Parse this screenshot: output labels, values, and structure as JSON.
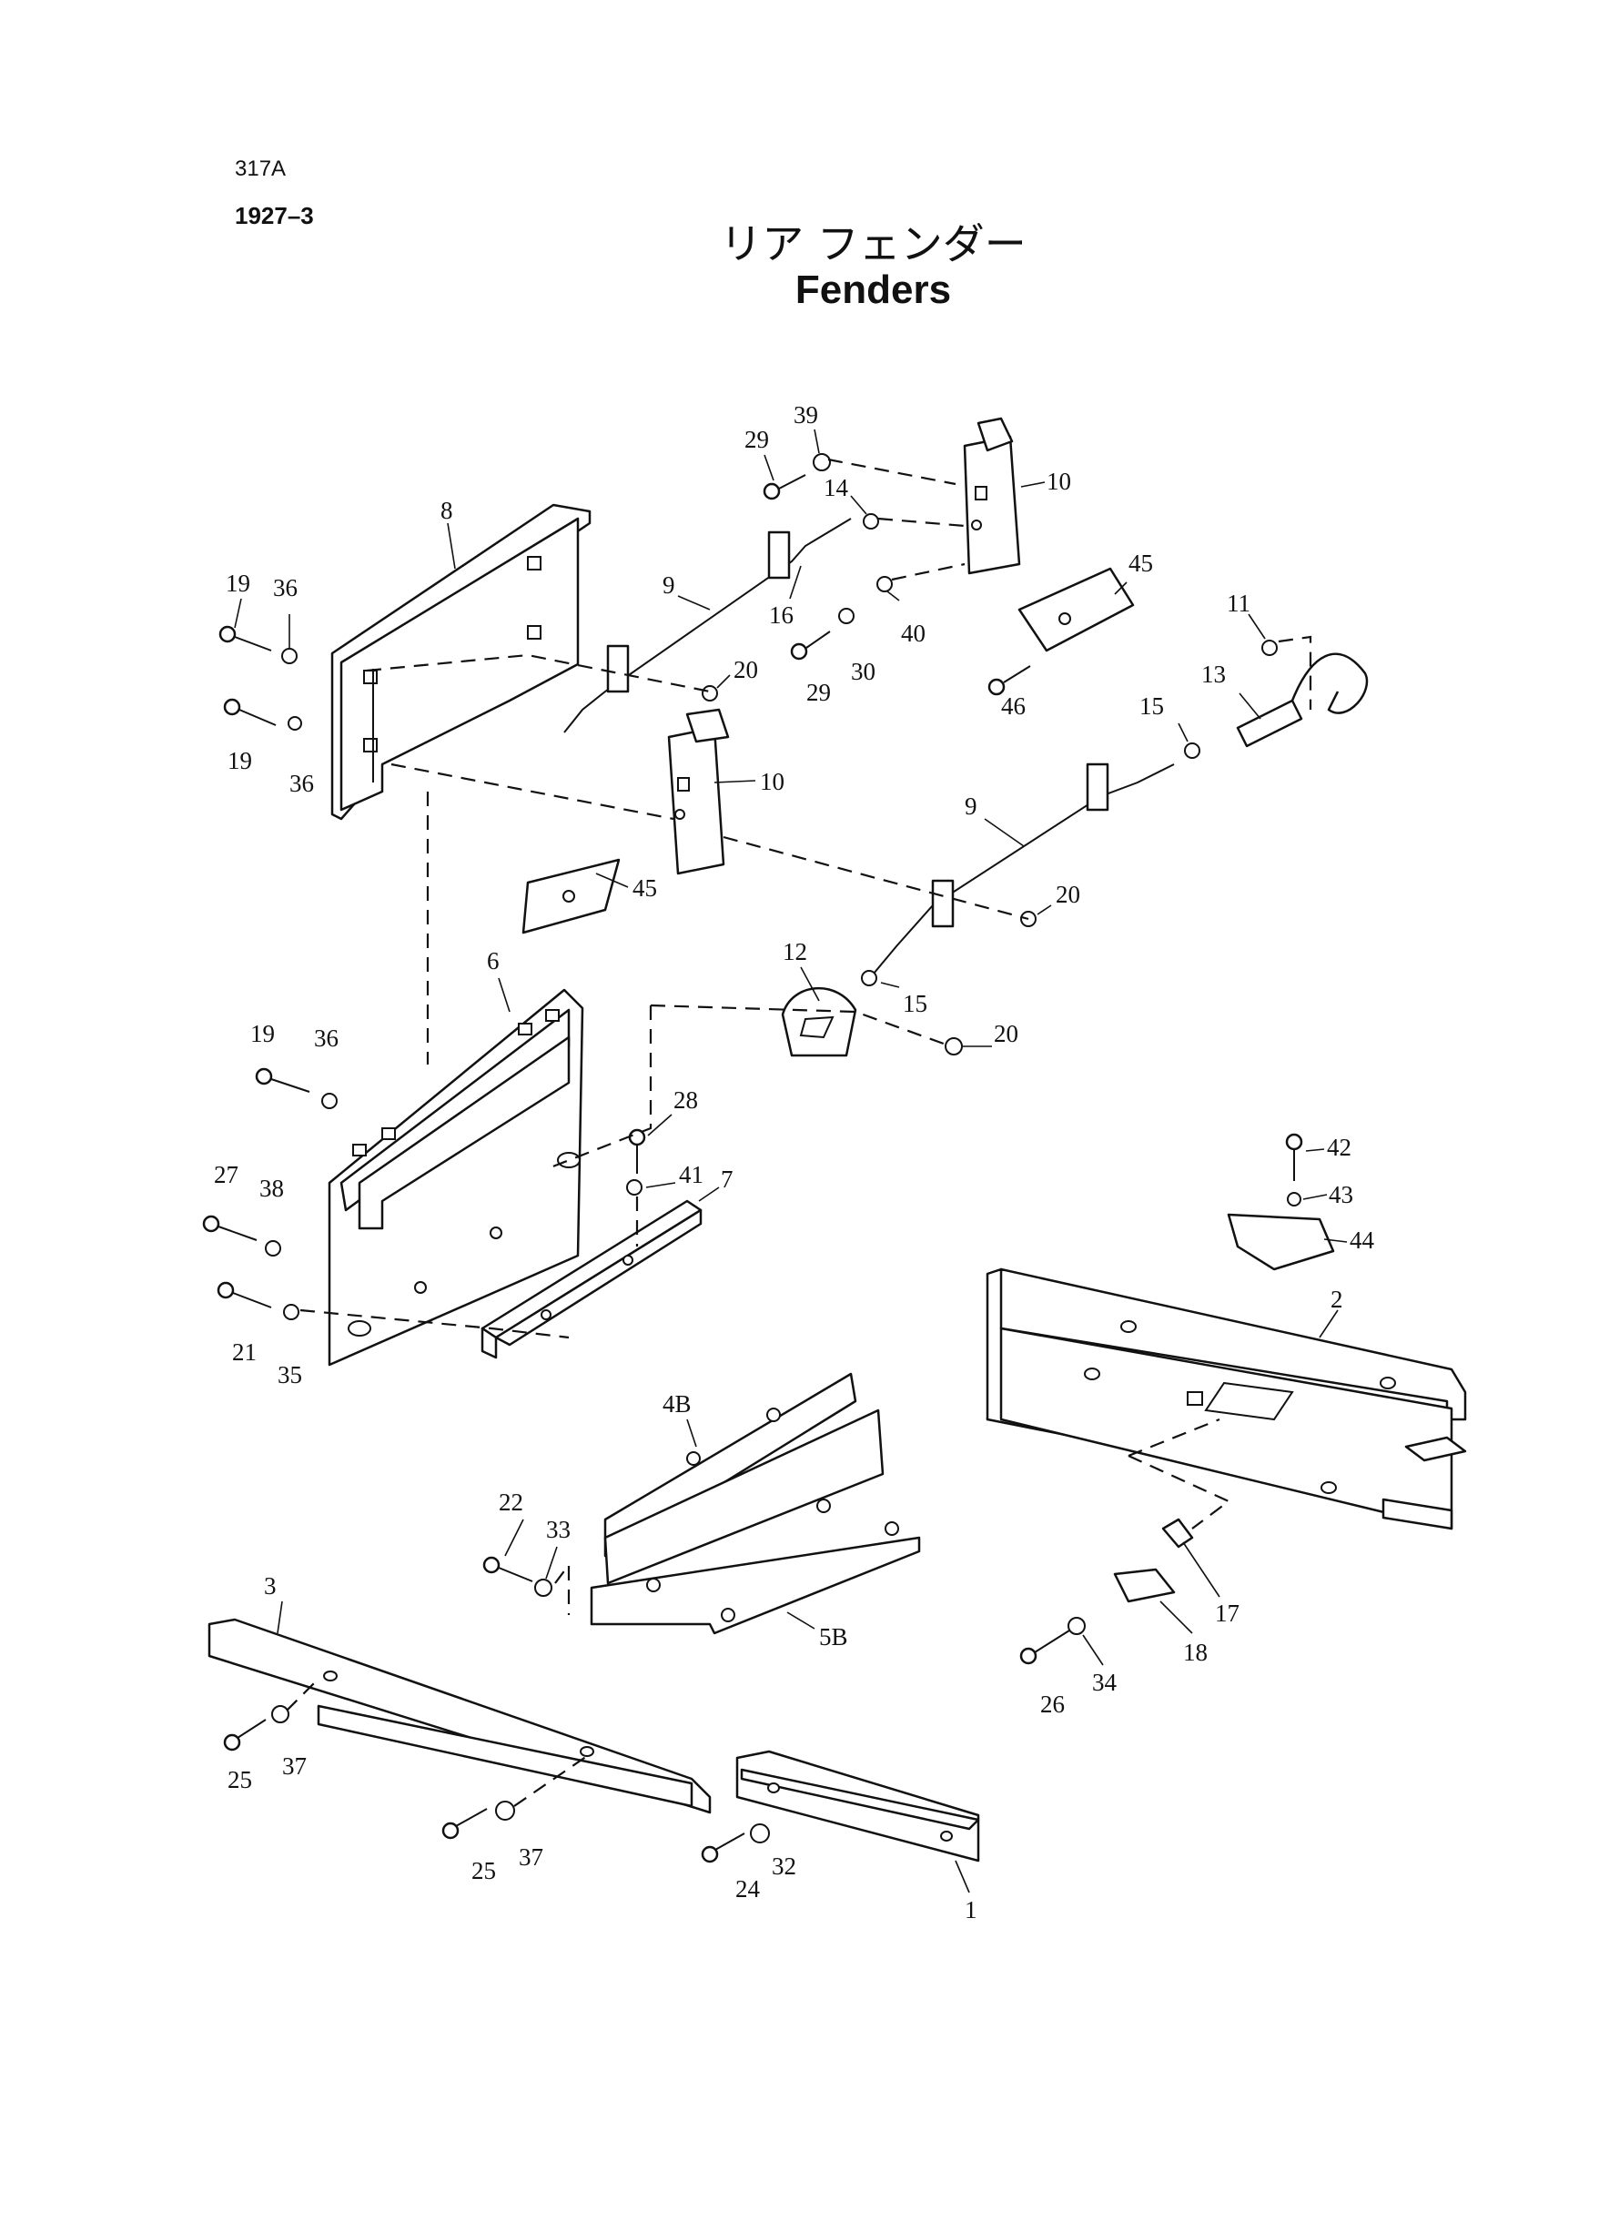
{
  "header": {
    "code_line1": "317A",
    "code_line2": "1927–3",
    "title_jp": "リア フェンダー",
    "title_en": "Fenders"
  },
  "callouts": [
    {
      "id": "c39",
      "text": "39"
    },
    {
      "id": "c29a",
      "text": "29"
    },
    {
      "id": "c14",
      "text": "14"
    },
    {
      "id": "c10a",
      "text": "10"
    },
    {
      "id": "c8",
      "text": "8"
    },
    {
      "id": "c19a",
      "text": "19"
    },
    {
      "id": "c36a",
      "text": "36"
    },
    {
      "id": "c9a",
      "text": "9"
    },
    {
      "id": "c16",
      "text": "16"
    },
    {
      "id": "c40",
      "text": "40"
    },
    {
      "id": "c45a",
      "text": "45"
    },
    {
      "id": "c11",
      "text": "11"
    },
    {
      "id": "c30",
      "text": "30"
    },
    {
      "id": "c20a",
      "text": "20"
    },
    {
      "id": "c29b",
      "text": "29"
    },
    {
      "id": "c46",
      "text": "46"
    },
    {
      "id": "c13",
      "text": "13"
    },
    {
      "id": "c19b",
      "text": "19"
    },
    {
      "id": "c36b",
      "text": "36"
    },
    {
      "id": "c15a",
      "text": "15"
    },
    {
      "id": "c10b",
      "text": "10"
    },
    {
      "id": "c9b",
      "text": "9"
    },
    {
      "id": "c45b",
      "text": "45"
    },
    {
      "id": "c20b",
      "text": "20"
    },
    {
      "id": "c6",
      "text": "6"
    },
    {
      "id": "c12",
      "text": "12"
    },
    {
      "id": "c15b",
      "text": "15"
    },
    {
      "id": "c19c",
      "text": "19"
    },
    {
      "id": "c36c",
      "text": "36"
    },
    {
      "id": "c20c",
      "text": "20"
    },
    {
      "id": "c28",
      "text": "28"
    },
    {
      "id": "c41",
      "text": "41"
    },
    {
      "id": "c42",
      "text": "42"
    },
    {
      "id": "c43",
      "text": "43"
    },
    {
      "id": "c27",
      "text": "27"
    },
    {
      "id": "c38",
      "text": "38"
    },
    {
      "id": "c7",
      "text": "7"
    },
    {
      "id": "c44",
      "text": "44"
    },
    {
      "id": "c2",
      "text": "2"
    },
    {
      "id": "c21",
      "text": "21"
    },
    {
      "id": "c35",
      "text": "35"
    },
    {
      "id": "c4B",
      "text": "4B"
    },
    {
      "id": "c22",
      "text": "22"
    },
    {
      "id": "c33",
      "text": "33"
    },
    {
      "id": "c3",
      "text": "3"
    },
    {
      "id": "c5B",
      "text": "5B"
    },
    {
      "id": "c17",
      "text": "17"
    },
    {
      "id": "c18",
      "text": "18"
    },
    {
      "id": "c34",
      "text": "34"
    },
    {
      "id": "c26",
      "text": "26"
    },
    {
      "id": "c25a",
      "text": "25"
    },
    {
      "id": "c37a",
      "text": "37"
    },
    {
      "id": "c25b",
      "text": "25"
    },
    {
      "id": "c37b",
      "text": "37"
    },
    {
      "id": "c32",
      "text": "32"
    },
    {
      "id": "c24",
      "text": "24"
    },
    {
      "id": "c1",
      "text": "1"
    }
  ]
}
